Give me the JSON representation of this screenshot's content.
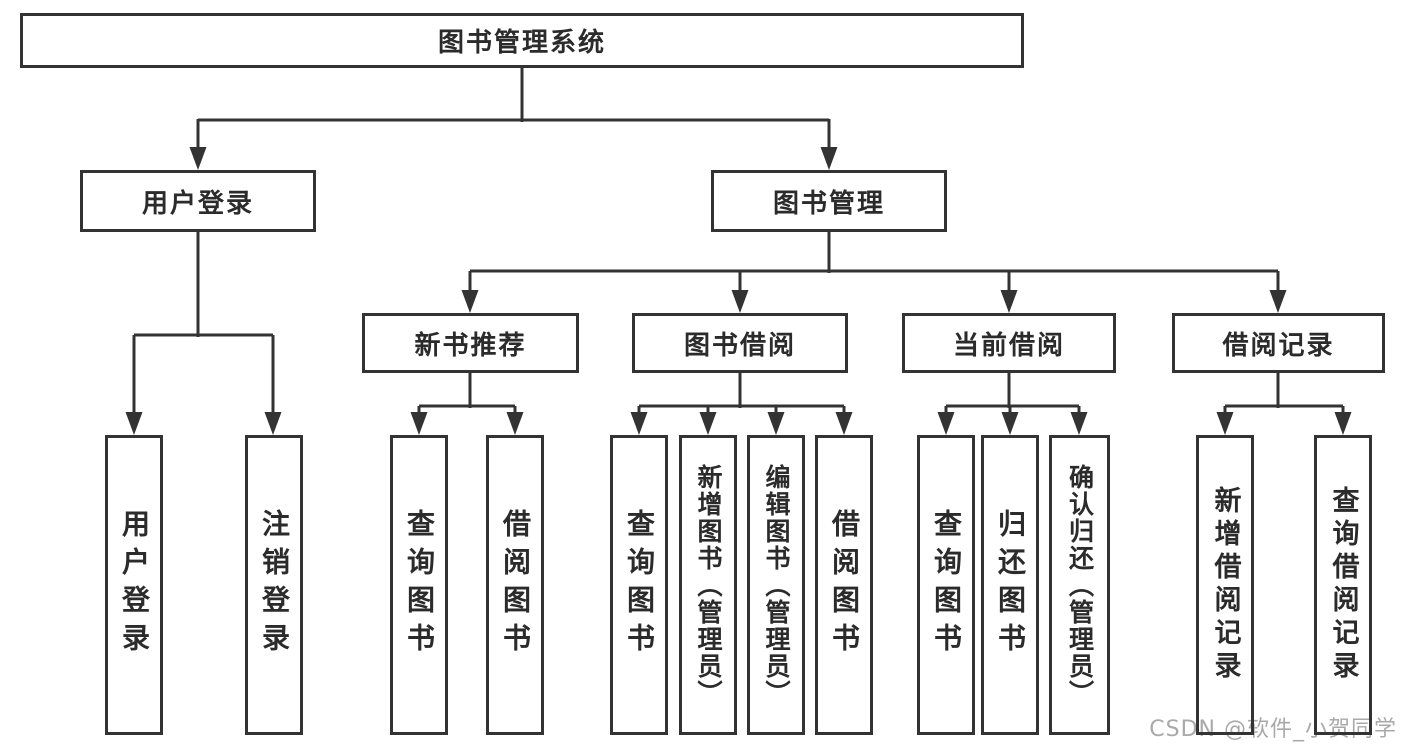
{
  "diagram": {
    "tree": {
      "label": "图书管理系统",
      "children": [
        {
          "label": "用户登录",
          "children": [
            {
              "label": "用户登录"
            },
            {
              "label": "注销登录"
            }
          ]
        },
        {
          "label": "图书管理",
          "children": [
            {
              "label": "新书推荐",
              "children": [
                {
                  "label": "查询图书"
                },
                {
                  "label": "借阅图书"
                }
              ]
            },
            {
              "label": "图书借阅",
              "children": [
                {
                  "label": "查询图书"
                },
                {
                  "label": "新增图书（管理员）"
                },
                {
                  "label": "编辑图书（管理员）"
                },
                {
                  "label": "借阅图书"
                }
              ]
            },
            {
              "label": "当前借阅",
              "children": [
                {
                  "label": "查询图书"
                },
                {
                  "label": "归还图书"
                },
                {
                  "label": "确认归还（管理员）"
                }
              ]
            },
            {
              "label": "借阅记录",
              "children": [
                {
                  "label": "新增借阅记录"
                },
                {
                  "label": "查询借阅记录"
                }
              ]
            }
          ]
        }
      ]
    },
    "colors": {
      "line": "#333333",
      "text": "#2b2b2b",
      "watermark_text": "#a9a9a9",
      "background": "#ffffff"
    }
  },
  "watermark": "CSDN @软件_小贺同学"
}
